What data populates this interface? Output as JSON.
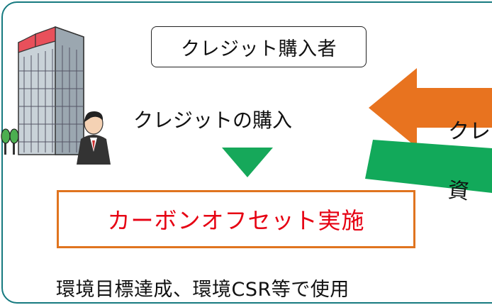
{
  "buyer": {
    "label": "クレジット購入者"
  },
  "purchase": {
    "label": "クレジットの購入"
  },
  "offset": {
    "label": "カーボンオフセット実施"
  },
  "usage": {
    "label": "環境目標達成、環境CSR等で使用"
  },
  "credit_arrow": {
    "label": "クレ",
    "color": "#e8731f"
  },
  "fund_arrow": {
    "label": "資",
    "color": "#12a95a"
  },
  "down_arrow": {
    "color": "#16a85a"
  },
  "colors": {
    "frame": "#167a80",
    "offset_border": "#e0741f",
    "offset_text": "#e60012"
  }
}
